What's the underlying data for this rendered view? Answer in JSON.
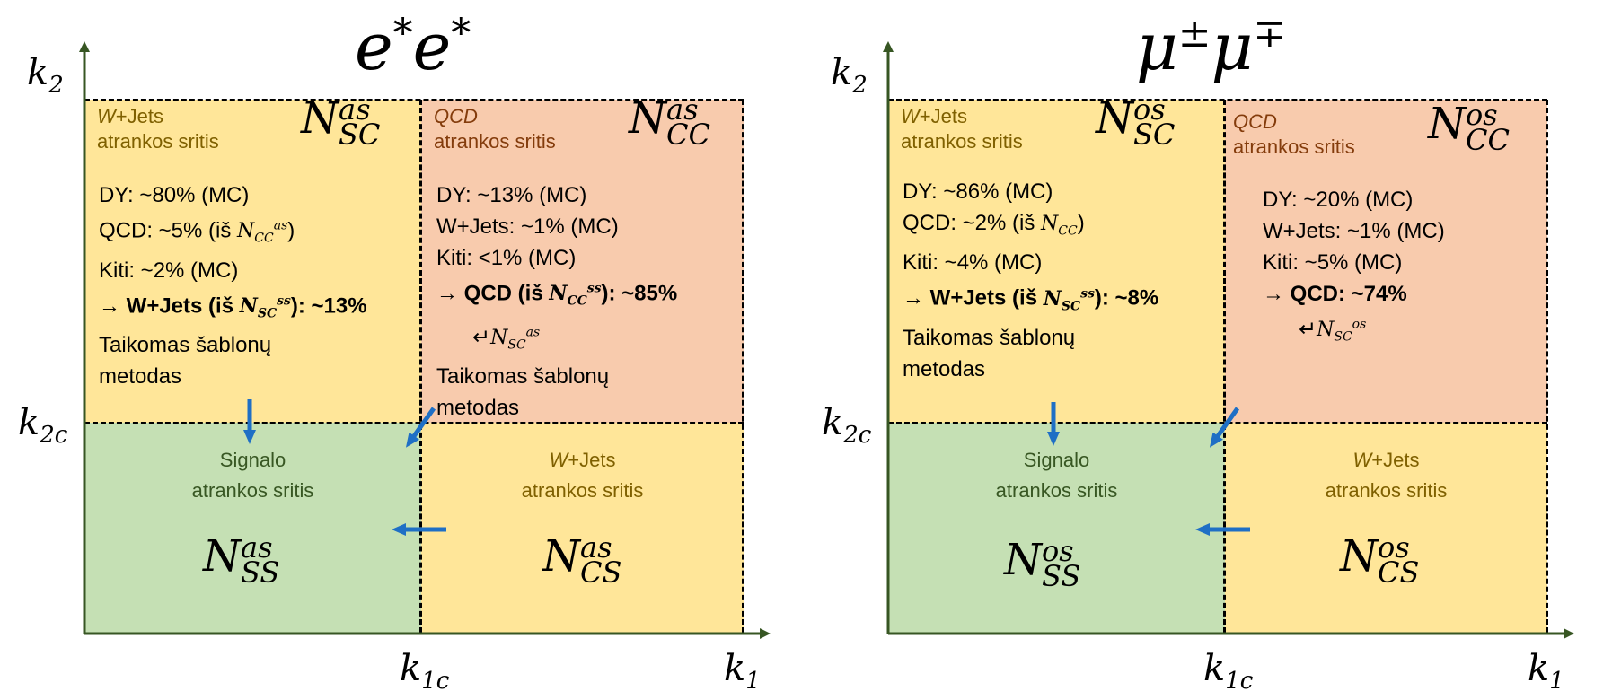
{
  "colors": {
    "axis": "#375623",
    "arrow": "#1f6fc5",
    "yellow": "#ffe699",
    "orange": "#f8cbad",
    "green": "#c5e0b4"
  },
  "panels": [
    {
      "title_base": "e",
      "title_sup1": "*",
      "title_sup2": "*",
      "axis_y": "k",
      "axis_y_sub": "2",
      "axis_y_c": "k",
      "axis_y_c_sub": "2c",
      "axis_x": "k",
      "axis_x_sub": "1",
      "axis_x_c": "k",
      "axis_x_c_sub": "1c",
      "tl": {
        "region_w": "W",
        "region_rest": "+Jets",
        "region_line2": "atrankos sritis",
        "n_base": "N",
        "n_sub": "SC",
        "n_sup": "as",
        "line1": "DY: ~80% (MC)",
        "line2_pre": "QCD: ~5% (iš ",
        "line2_n": "N",
        "line2_sub": "CC",
        "line2_sup": "as",
        "line2_post": ")",
        "line3": "Kiti: ~2% (MC)",
        "line4_pre": "→ W+Jets (iš ",
        "line4_n": "N",
        "line4_sub": "SC",
        "line4_sup": "ss",
        "line4_post": "): ~13%",
        "line5": "Taikomas šablonų",
        "line6": "metodas"
      },
      "tr": {
        "region_line1": "QCD",
        "region_line2": "atrankos sritis",
        "n_base": "N",
        "n_sub": "CC",
        "n_sup": "as",
        "line1": "DY: ~13% (MC)",
        "line2": "W+Jets: ~1% (MC)",
        "line3": "Kiti: <1% (MC)",
        "line4_pre": "→  QCD (iš ",
        "line4_n": "N",
        "line4_sub": "CC",
        "line4_sup": "ss",
        "line4_post": "): ~85%",
        "ret_symbol": "↵",
        "ret_n": "N",
        "ret_sub": "SC",
        "ret_sup": "as",
        "line5": "Taikomas šablonų",
        "line6": "metodas"
      },
      "bl": {
        "line1": "Signalo",
        "line2": "atrankos sritis",
        "n_base": "N",
        "n_sub": "SS",
        "n_sup": "as"
      },
      "br": {
        "region_w": "W",
        "region_rest": "+Jets",
        "line2": "atrankos sritis",
        "n_base": "N",
        "n_sub": "CS",
        "n_sup": "as"
      }
    },
    {
      "title_base1": "μ",
      "title_sup1": "±",
      "title_base2": "μ",
      "title_sup2": "∓",
      "axis_y": "k",
      "axis_y_sub": "2",
      "axis_y_c": "k",
      "axis_y_c_sub": "2c",
      "axis_x": "k",
      "axis_x_sub": "1",
      "axis_x_c": "k",
      "axis_x_c_sub": "1c",
      "tl": {
        "region_w": "W",
        "region_rest": "+Jets",
        "region_line2": "atrankos sritis",
        "n_base": "N",
        "n_sub": "SC",
        "n_sup": "os",
        "line1": "DY: ~86% (MC)",
        "line2_pre": "QCD: ~2% (iš ",
        "line2_n": "N",
        "line2_sub": "CC",
        "line2_post": ")",
        "line3": "Kiti: ~4% (MC)",
        "line4_pre": "→ W+Jets (iš ",
        "line4_n": "N",
        "line4_sub": "SC",
        "line4_sup": "ss",
        "line4_post": "): ~8%",
        "line5": "Taikomas šablonų",
        "line6": "metodas"
      },
      "tr": {
        "region_line1": "QCD",
        "region_line2": "atrankos sritis",
        "n_base": "N",
        "n_sub": "CC",
        "n_sup": "os",
        "line1": "DY: ~20% (MC)",
        "line2": "W+Jets: ~1% (MC)",
        "line3": "Kiti: ~5% (MC)",
        "line4": "→  QCD: ~74%",
        "ret_symbol": "↵",
        "ret_n": "N",
        "ret_sub": "SC",
        "ret_sup": "os"
      },
      "bl": {
        "line1": "Signalo",
        "line2": "atrankos sritis",
        "n_base": "N",
        "n_sub": "SS",
        "n_sup": "os"
      },
      "br": {
        "region_w": "W",
        "region_rest": "+Jets",
        "line2": "atrankos sritis",
        "n_base": "N",
        "n_sub": "CS",
        "n_sup": "os"
      }
    }
  ]
}
